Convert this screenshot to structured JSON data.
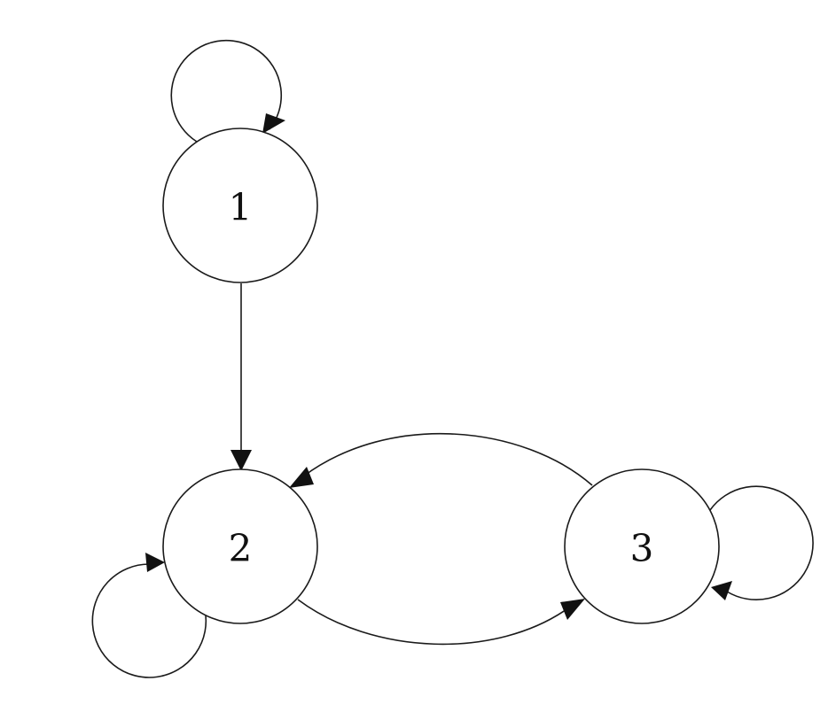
{
  "diagram": {
    "type": "directed-graph",
    "nodes": [
      {
        "id": "1",
        "label": "1"
      },
      {
        "id": "2",
        "label": "2"
      },
      {
        "id": "3",
        "label": "3"
      }
    ],
    "edges": [
      {
        "from": "1",
        "to": "1",
        "kind": "self-loop"
      },
      {
        "from": "1",
        "to": "2",
        "kind": "straight"
      },
      {
        "from": "2",
        "to": "2",
        "kind": "self-loop"
      },
      {
        "from": "2",
        "to": "3",
        "kind": "curved"
      },
      {
        "from": "3",
        "to": "2",
        "kind": "curved"
      },
      {
        "from": "3",
        "to": "3",
        "kind": "self-loop"
      }
    ]
  }
}
